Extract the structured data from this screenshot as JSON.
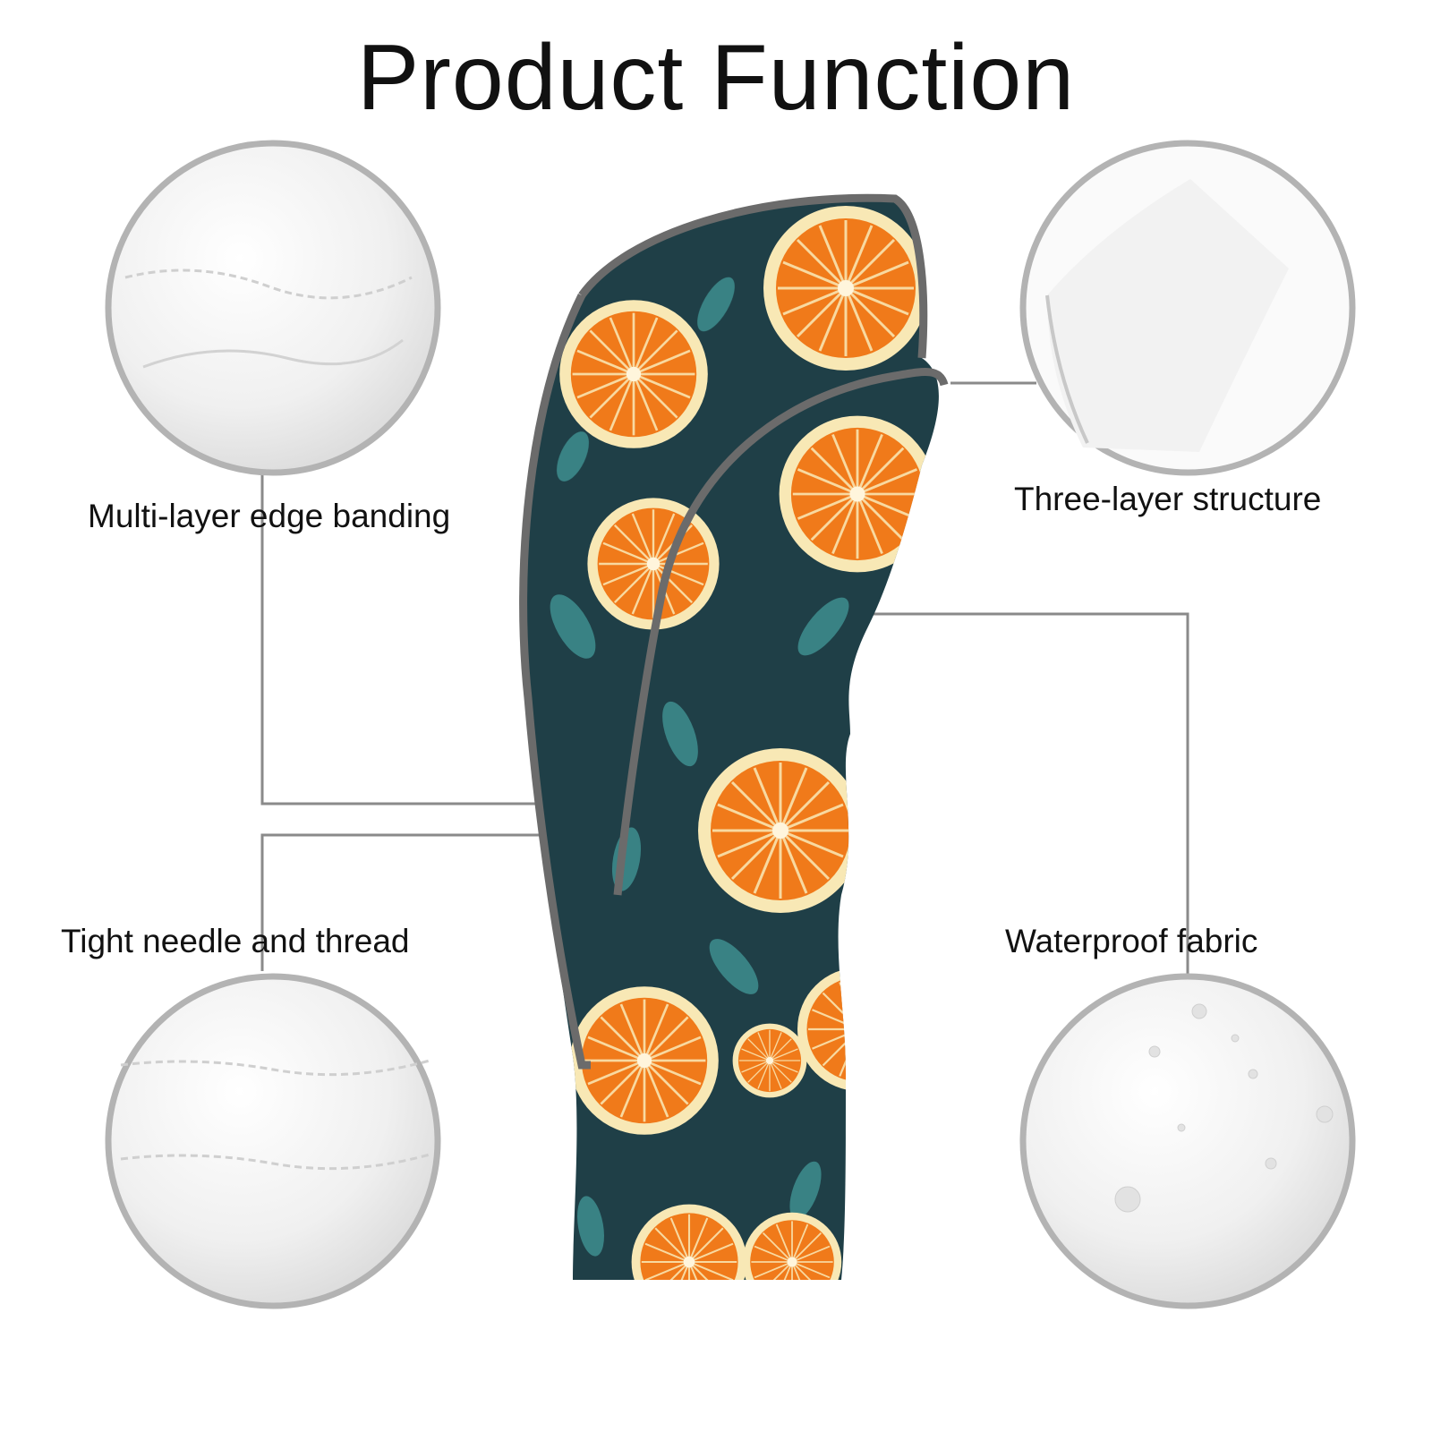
{
  "title": "Product Function",
  "features": [
    {
      "label": "Multi-layer edge banding",
      "icon": "stitched-edge-closeup"
    },
    {
      "label": "Three-layer structure",
      "icon": "layered-edge-closeup"
    },
    {
      "label": "Tight needle and thread",
      "icon": "seam-closeup"
    },
    {
      "label": "Waterproof fabric",
      "icon": "water-droplets-closeup"
    }
  ],
  "colors": {
    "background": "#ffffff",
    "circle_border": "#b3b3b3",
    "callout_line": "#8a8a8a",
    "fabric_base": "#1f3f47",
    "leaf": "#3f8f8f",
    "orange": "#f07a1a",
    "rind": "#f6e7b0",
    "trim": "#6b6b6b"
  }
}
